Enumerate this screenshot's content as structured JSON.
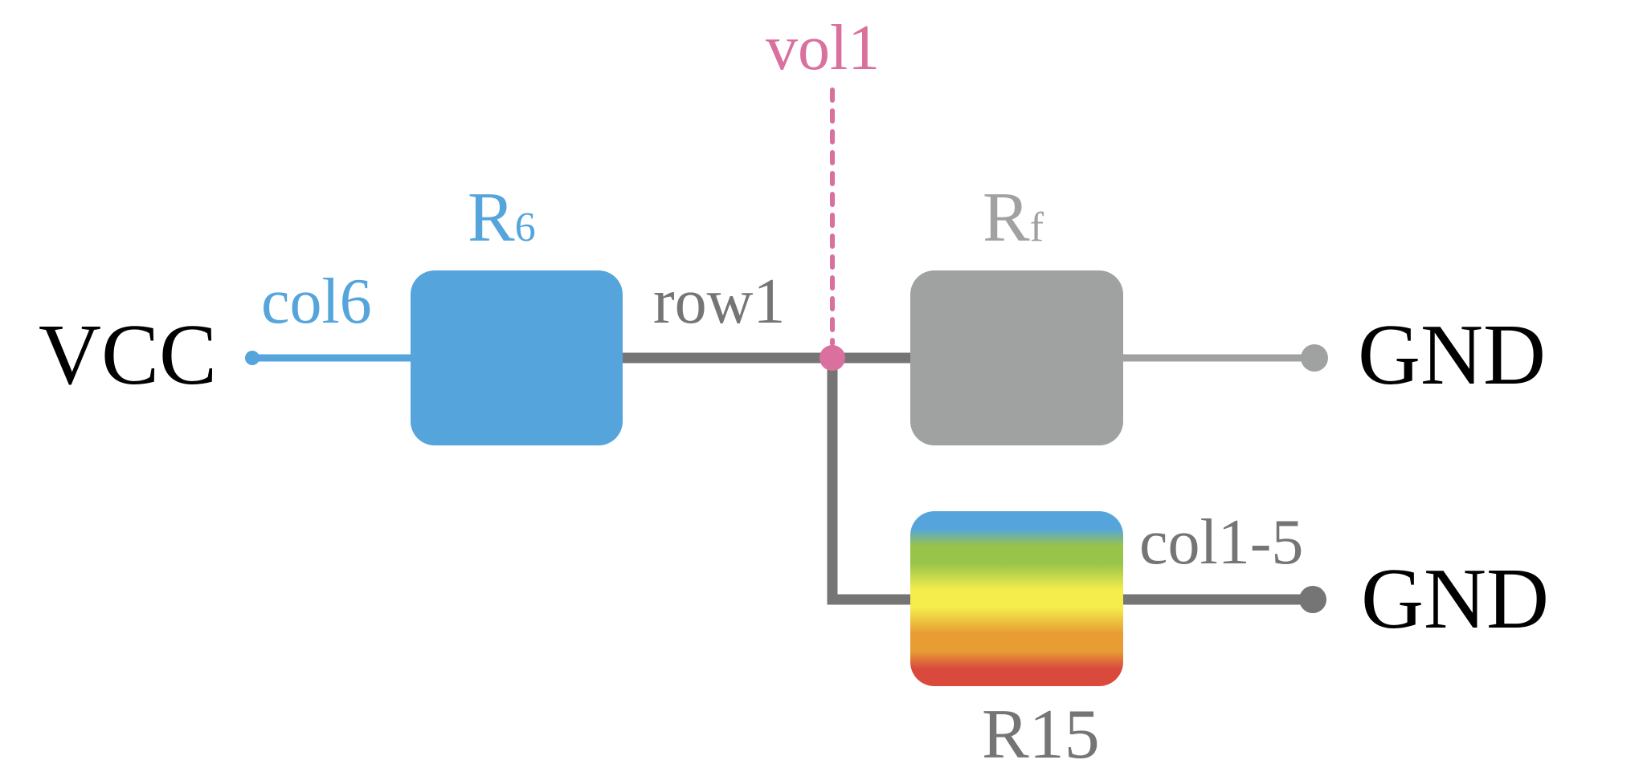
{
  "labels": {
    "vcc": "VCC",
    "gnd_top": "GND",
    "gnd_bottom": "GND",
    "col6": "col6",
    "row1": "row1",
    "vol1": "vol1",
    "col1_5": "col1-5",
    "r6_main": "R",
    "r6_sub": "6",
    "rf_main": "R",
    "rf_sub": "f",
    "r15": "R15"
  },
  "colors": {
    "blue": "#55a5dc",
    "gray_dark": "#757575",
    "gray_mid": "#a0a2a1",
    "pink": "#d9709e",
    "black": "#000000",
    "gradient": [
      "#55a5dc",
      "#99c44a",
      "#f4ed4c",
      "#e79c34",
      "#d94a3d"
    ]
  }
}
